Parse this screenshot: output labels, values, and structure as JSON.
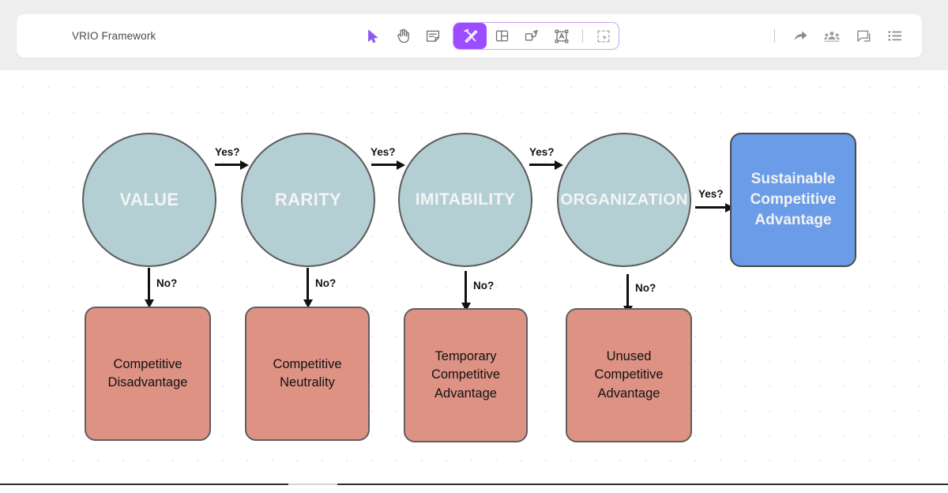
{
  "header": {
    "title": "VRIO Framework",
    "toolbar": [
      {
        "name": "select-tool",
        "icon": "cursor-arrow-icon",
        "label": "Select",
        "active": false
      },
      {
        "name": "hand-tool",
        "icon": "hand-icon",
        "label": "Pan",
        "active": false
      },
      {
        "name": "note-tool",
        "icon": "sticky-note-icon",
        "label": "Note",
        "active": false
      },
      {
        "name": "tools-tool",
        "icon": "wrench-icon",
        "label": "Tools",
        "active": true
      },
      {
        "name": "frame-tool",
        "icon": "frame-icon",
        "label": "Frame",
        "active": false
      },
      {
        "name": "shapes-tool",
        "icon": "shapes-icon",
        "label": "Shapes",
        "active": false
      },
      {
        "name": "text-tool",
        "icon": "text-box-icon",
        "label": "Text",
        "active": false
      },
      {
        "name": "marquee-tool",
        "icon": "marquee-select-icon",
        "label": "Select area",
        "active": false
      }
    ],
    "right_actions": [
      {
        "name": "share-button",
        "icon": "share-arrow-icon",
        "label": "Share"
      },
      {
        "name": "collaborators-button",
        "icon": "people-icon",
        "label": "Collaborators"
      },
      {
        "name": "comments-button",
        "icon": "comment-icon",
        "label": "Comments"
      },
      {
        "name": "menu-button",
        "icon": "list-menu-icon",
        "label": "Menu"
      }
    ]
  },
  "colors": {
    "accent": "#9b4dff",
    "circle_fill": "#b3cfd4",
    "red_fill": "#dd9284",
    "blue_fill": "#6a9ce8",
    "stroke": "#5c5c5c",
    "header_band": "#eeeeee"
  },
  "diagram": {
    "criteria": [
      {
        "id": "value",
        "label": "VALUE"
      },
      {
        "id": "rarity",
        "label": "RARITY"
      },
      {
        "id": "imitability",
        "label": "IMITABILITY"
      },
      {
        "id": "organization",
        "label": "ORGANIZATION"
      }
    ],
    "outcomes_no": [
      {
        "id": "competitive-disadvantage",
        "line1": "Competitive",
        "line2": "Disadvantage",
        "line3": ""
      },
      {
        "id": "competitive-neutrality",
        "line1": "Competitive",
        "line2": "Neutrality",
        "line3": ""
      },
      {
        "id": "temporary-competitive-advantage",
        "line1": "Temporary",
        "line2": "Competitive",
        "line3": "Advantage"
      },
      {
        "id": "unused-competitive-advantage",
        "line1": "Unused",
        "line2": "Competitive",
        "line3": "Advantage"
      }
    ],
    "outcome_yes": {
      "id": "sustainable-competitive-advantage",
      "line1": "Sustainable",
      "line2": "Competitive",
      "line3": "Advantage"
    },
    "edge_labels": {
      "yes": "Yes?",
      "no": "No?"
    },
    "yes_edges": [
      "Yes?",
      "Yes?",
      "Yes?",
      "Yes?"
    ],
    "no_edges": [
      "No?",
      "No?",
      "No?",
      "No?"
    ]
  }
}
